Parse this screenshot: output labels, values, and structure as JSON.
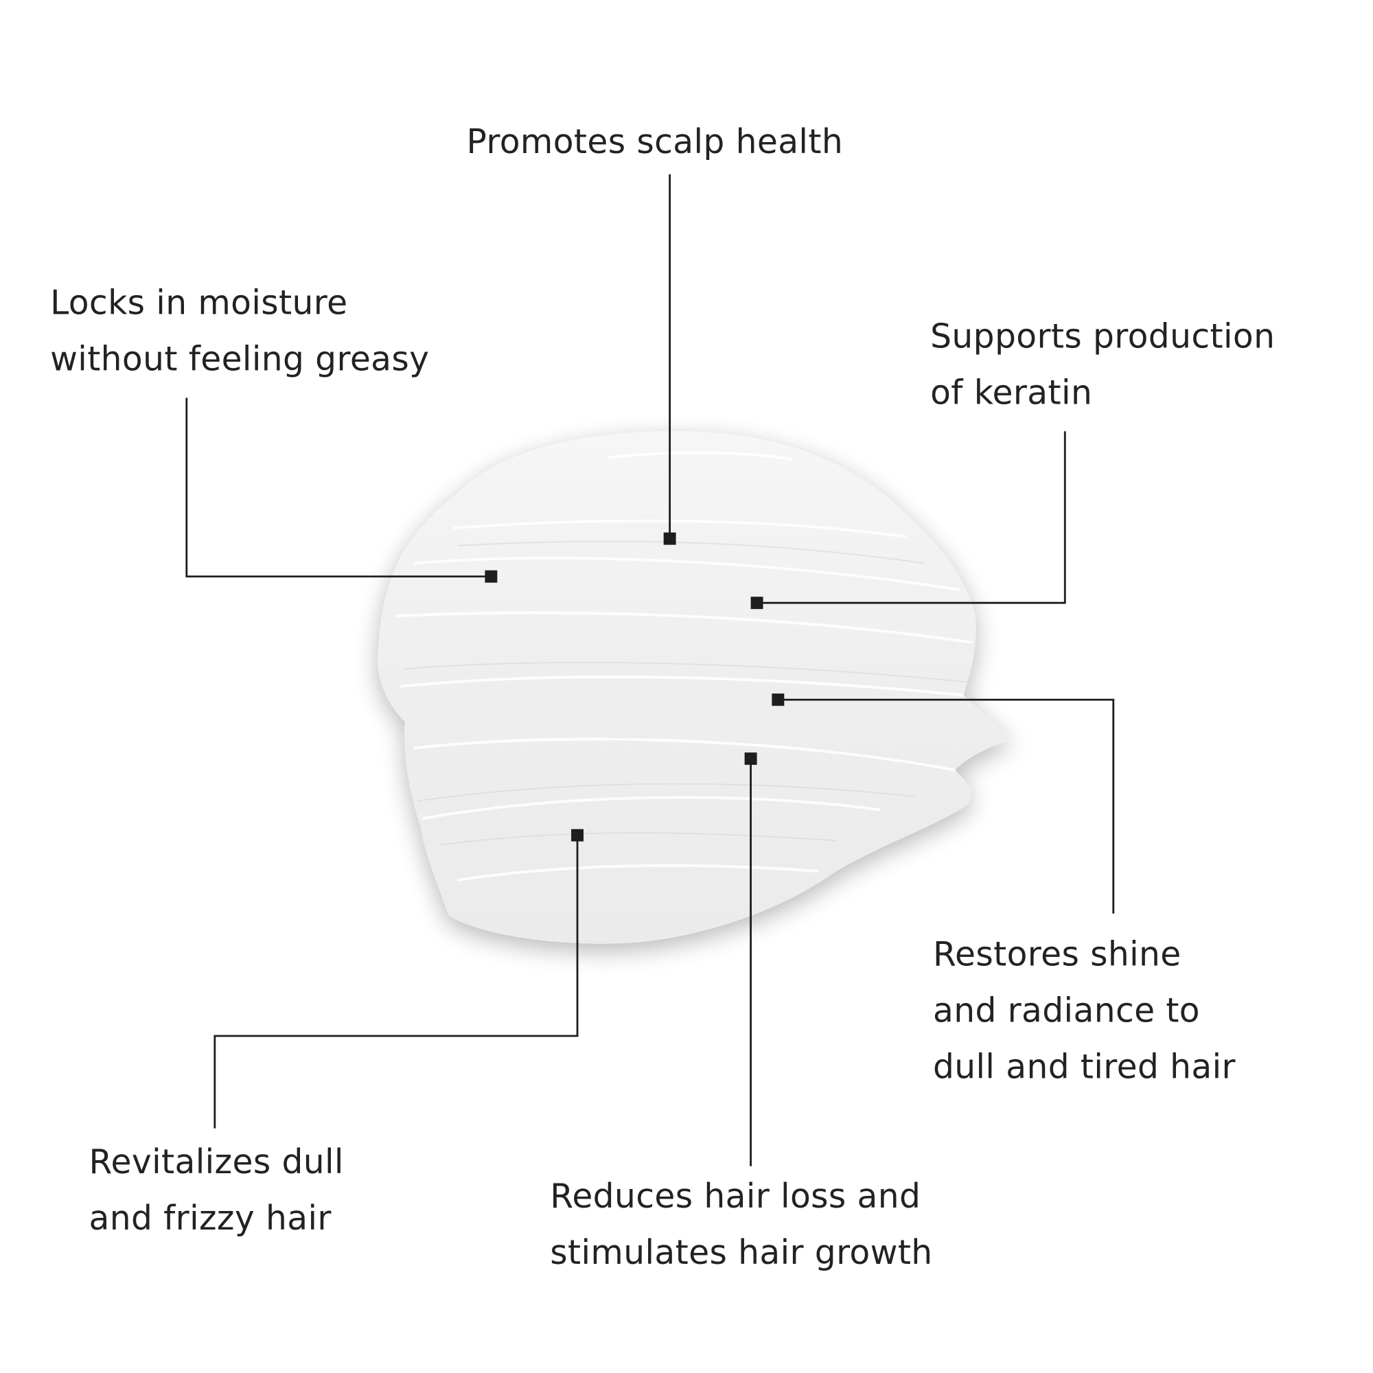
{
  "colors": {
    "text": "#222222",
    "line": "#1e1e1e",
    "cream": "#f0f0f0",
    "background": "#ffffff"
  },
  "callouts": {
    "scalp": {
      "lines": [
        "Promotes scalp health"
      ]
    },
    "moisture": {
      "lines": [
        "Locks in moisture",
        "without feeling greasy"
      ]
    },
    "keratin": {
      "lines": [
        "Supports production",
        "of keratin"
      ]
    },
    "shine": {
      "lines": [
        "Restores shine",
        "and radiance to",
        "dull and tired hair"
      ]
    },
    "hairloss": {
      "lines": [
        "Reduces hair loss and",
        "stimulates hair growth"
      ]
    },
    "revitalize": {
      "lines": [
        "Revitalizes dull",
        "and frizzy hair"
      ]
    }
  }
}
